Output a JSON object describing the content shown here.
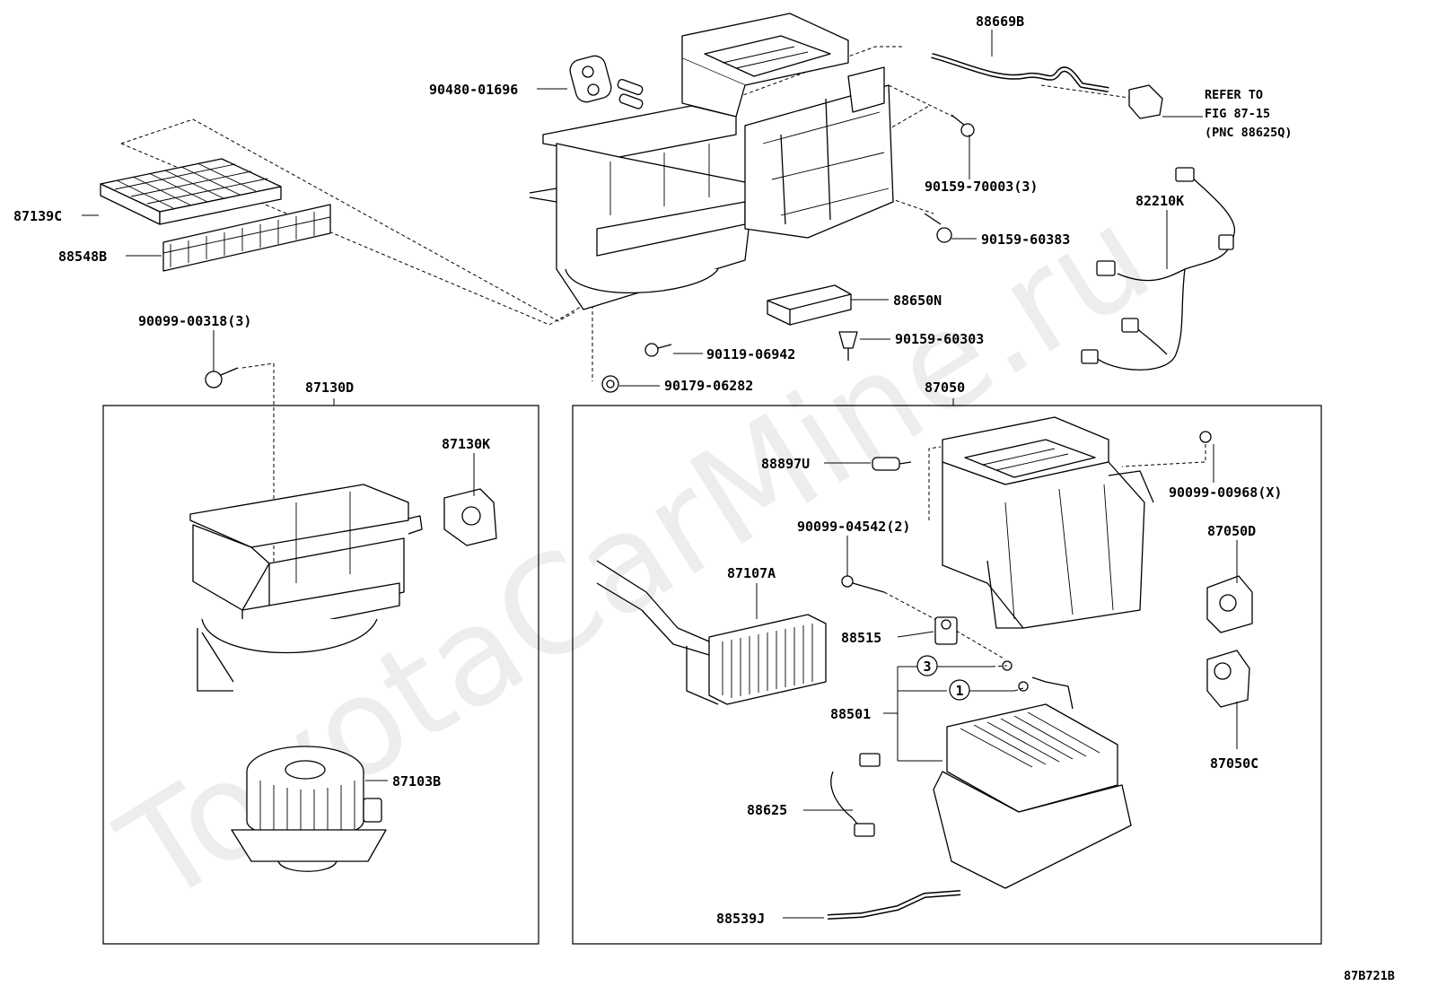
{
  "watermark": "ToyotaCarMine.ru",
  "diagram_code": "87B721B",
  "refer_note": {
    "line1": "REFER TO",
    "line2": "FIG 87-15",
    "line3": "(PNC 88625Q)"
  },
  "callouts": {
    "c1": "1",
    "c3": "3"
  },
  "labels": {
    "p90480_01696": "90480-01696",
    "p88669B": "88669B",
    "p87139C": "87139C",
    "p88548B": "88548B",
    "p90159_70003": "90159-70003(3)",
    "p90159_60383": "90159-60383",
    "p82210K": "82210K",
    "p88650N": "88650N",
    "p90159_60303": "90159-60303",
    "p90119_06942": "90119-06942",
    "p90179_06282": "90179-06282",
    "p90099_00318": "90099-00318(3)",
    "p87130D": "87130D",
    "p87050": "87050",
    "p87130K": "87130K",
    "p87103B": "87103B",
    "p88897U": "88897U",
    "p90099_00968": "90099-00968(X)",
    "p90099_04542": "90099-04542(2)",
    "p87050D": "87050D",
    "p87107A": "87107A",
    "p88515": "88515",
    "p88501": "88501",
    "p87050C": "87050C",
    "p88625": "88625",
    "p88539J": "88539J"
  }
}
